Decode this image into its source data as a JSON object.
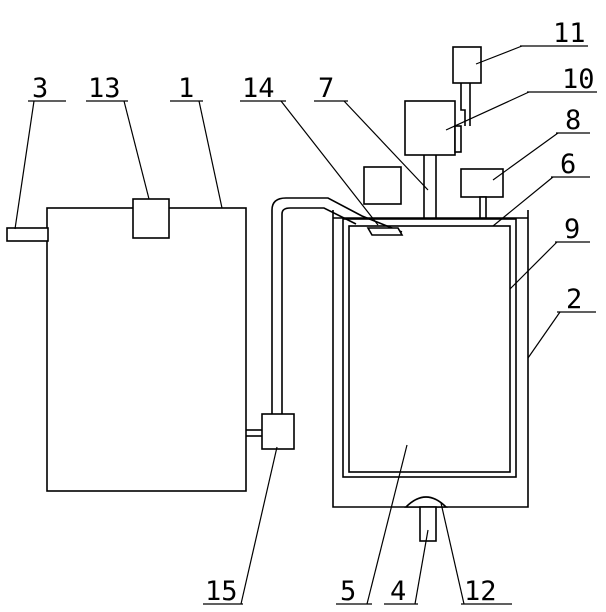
{
  "diagram": {
    "labels": {
      "l1": "1",
      "l2": "2",
      "l3": "3",
      "l4": "4",
      "l5": "5",
      "l6": "6",
      "l7": "7",
      "l8": "8",
      "l9": "9",
      "l10": "10",
      "l11": "11",
      "l12": "12",
      "l13": "13",
      "l14": "14",
      "l15": "15"
    },
    "colors": {
      "stroke": "#000000",
      "background": "#ffffff"
    }
  }
}
